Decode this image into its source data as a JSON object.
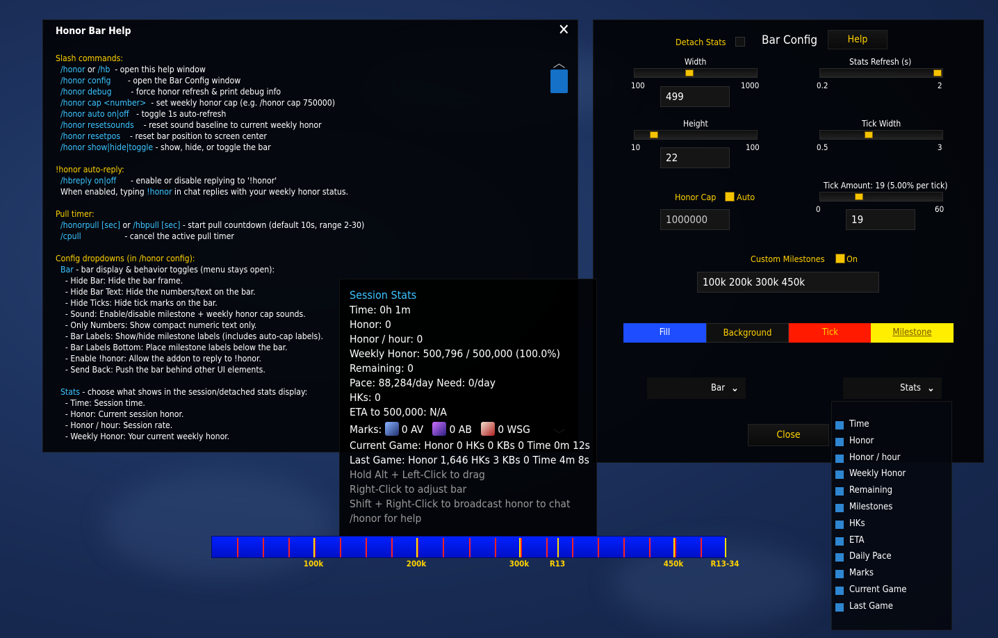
{
  "help": {
    "title": "Honor Bar Help",
    "lines": [
      [
        {
          "t": "Slash commands:",
          "c": "y"
        }
      ],
      [
        {
          "t": "  /honor",
          "c": "c"
        },
        {
          "t": " or ",
          "c": "w"
        },
        {
          "t": "/hb",
          "c": "c"
        },
        {
          "t": "  - open this help window",
          "c": "w"
        }
      ],
      [
        {
          "t": "  /honor config",
          "c": "c"
        },
        {
          "t": "       - open the Bar Config window",
          "c": "w"
        }
      ],
      [
        {
          "t": "  /honor debug",
          "c": "c"
        },
        {
          "t": "        - force honor refresh & print debug info",
          "c": "w"
        }
      ],
      [
        {
          "t": "  /honor cap <number>",
          "c": "c"
        },
        {
          "t": "  - set weekly honor cap (e.g. /honor cap 750000)",
          "c": "w"
        }
      ],
      [
        {
          "t": "  /honor auto on|off",
          "c": "c"
        },
        {
          "t": "   - toggle 1s auto-refresh",
          "c": "w"
        }
      ],
      [
        {
          "t": "  /honor resetsounds",
          "c": "c"
        },
        {
          "t": "    - reset sound baseline to current weekly honor",
          "c": "w"
        }
      ],
      [
        {
          "t": "  /honor resetpos",
          "c": "c"
        },
        {
          "t": "    - reset bar position to screen center",
          "c": "w"
        }
      ],
      [
        {
          "t": "  /honor show|hide|toggle",
          "c": "c"
        },
        {
          "t": " - show, hide, or toggle the bar",
          "c": "w"
        }
      ],
      [
        {
          "t": "",
          "c": "w"
        }
      ],
      [
        {
          "t": "!honor auto-reply:",
          "c": "y"
        }
      ],
      [
        {
          "t": "  /hbreply on|off",
          "c": "c"
        },
        {
          "t": "      - enable or disable replying to '!honor'",
          "c": "w"
        }
      ],
      [
        {
          "t": "  When enabled, typing ",
          "c": "w"
        },
        {
          "t": "!honor",
          "c": "c"
        },
        {
          "t": " in chat replies with your weekly honor status.",
          "c": "w"
        }
      ],
      [
        {
          "t": "",
          "c": "w"
        }
      ],
      [
        {
          "t": "Pull timer:",
          "c": "y"
        }
      ],
      [
        {
          "t": "  /honorpull [sec]",
          "c": "c"
        },
        {
          "t": " or ",
          "c": "w"
        },
        {
          "t": "/hbpull [sec]",
          "c": "c"
        },
        {
          "t": " - start pull countdown (default 10s, range 2-30)",
          "c": "w"
        }
      ],
      [
        {
          "t": "  /cpull",
          "c": "c"
        },
        {
          "t": "                  - cancel the active pull timer",
          "c": "w"
        }
      ],
      [
        {
          "t": "",
          "c": "w"
        }
      ],
      [
        {
          "t": "Config dropdowns (in /honor config):",
          "c": "y"
        }
      ],
      [
        {
          "t": "  Bar",
          "c": "c"
        },
        {
          "t": " - bar display & behavior toggles (menu stays open):",
          "c": "w"
        }
      ],
      [
        {
          "t": "    - Hide Bar: Hide the bar frame.",
          "c": "w"
        }
      ],
      [
        {
          "t": "    - Hide Bar Text: Hide the numbers/text on the bar.",
          "c": "w"
        }
      ],
      [
        {
          "t": "    - Hide Ticks: Hide tick marks on the bar.",
          "c": "w"
        }
      ],
      [
        {
          "t": "    - Sound: Enable/disable milestone + weekly honor cap sounds.",
          "c": "w"
        }
      ],
      [
        {
          "t": "    - Only Numbers: Show compact numeric text only.",
          "c": "w"
        }
      ],
      [
        {
          "t": "    - Bar Labels: Show/hide milestone labels (includes auto-cap labels).",
          "c": "w"
        }
      ],
      [
        {
          "t": "    - Bar Labels Bottom: Place milestone labels below the bar.",
          "c": "w"
        }
      ],
      [
        {
          "t": "    - Enable !honor: Allow the addon to reply to !honor.",
          "c": "w"
        }
      ],
      [
        {
          "t": "    - Send Back: Push the bar behind other UI elements.",
          "c": "w"
        }
      ],
      [
        {
          "t": "",
          "c": "w"
        }
      ],
      [
        {
          "t": "  Stats",
          "c": "c"
        },
        {
          "t": " - choose what shows in the session/detached stats display:",
          "c": "w"
        }
      ],
      [
        {
          "t": "    - Time: Session time.",
          "c": "w"
        }
      ],
      [
        {
          "t": "    - Honor: Current session honor.",
          "c": "w"
        }
      ],
      [
        {
          "t": "    - Honor / hour: Session rate.",
          "c": "w"
        }
      ],
      [
        {
          "t": "    - Weekly Honor: Your current weekly honor.",
          "c": "w"
        }
      ]
    ]
  },
  "config": {
    "detach_stats": "Detach Stats",
    "title": "Bar Config",
    "help_button": "Help",
    "width_label": "Width",
    "width_min": "100",
    "width_max": "1000",
    "width_value": "499",
    "refresh_label": "Stats Refresh (s)",
    "refresh_min": "0.2",
    "refresh_max": "2",
    "height_label": "Height",
    "height_min": "10",
    "height_max": "100",
    "height_value": "22",
    "tickwidth_label": "Tick Width",
    "tickwidth_min": "0.5",
    "tickwidth_max": "3",
    "honorcap_label": "Honor Cap",
    "auto_label": "Auto",
    "honorcap_value": "1000000",
    "tickamount_label": "Tick Amount: 19 (5.00% per tick)",
    "tickamount_min": "0",
    "tickamount_max": "60",
    "tickamount_value": "19",
    "milestones_label": "Custom Milestones",
    "milestones_on": "On",
    "milestones_value": "100k 200k 300k 450k",
    "fill": "Fill",
    "background": "Background",
    "tick": "Tick",
    "milestone": "Milestone",
    "colors": {
      "fill": "#1d4dff",
      "background": "#101010",
      "tick": "#ff1a00",
      "milestone": "#ffee00"
    },
    "bar_dropdown": "Bar",
    "stats_dropdown": "Stats",
    "close": "Close"
  },
  "stats_menu": [
    "Time",
    "Honor",
    "Honor / hour",
    "Weekly Honor",
    "Remaining",
    "Milestones",
    "HKs",
    "ETA",
    "Daily Pace",
    "Marks",
    "Current Game",
    "Last Game"
  ],
  "session": {
    "title": "Session Stats",
    "time": "Time: 0h 1m",
    "honor": "Honor: 0",
    "honor_hour": "Honor / hour: 0",
    "weekly": "Weekly Honor: 500,796 / 500,000 (100.0%)",
    "remaining": "Remaining: 0",
    "pace": "Pace: 88,284/day  Need: 0/day",
    "hks": "HKs: 0",
    "eta": "ETA to 500,000: N/A",
    "marks_label": "Marks:",
    "av": "0 AV",
    "ab": "0 AB",
    "wsg": "0 WSG",
    "current_game": "Current Game: Honor 0 HKs 0 KBs 0 Time 0m 12s",
    "last_game": "Last Game: Honor 1,646 HKs 3 KBs 0 Time 4m 8s",
    "hint1": "Hold Alt + Left-Click to drag",
    "hint2": "Right-Click to adjust bar",
    "hint3": "Shift + Right-Click to broadcast honor to chat",
    "hint4": "/honor for help"
  },
  "honor_bar": {
    "fill_percent": 100,
    "tick_count": 19,
    "milestone_labels": [
      "100k",
      "200k",
      "300k",
      "R13",
      "450k",
      "R13-34"
    ]
  }
}
